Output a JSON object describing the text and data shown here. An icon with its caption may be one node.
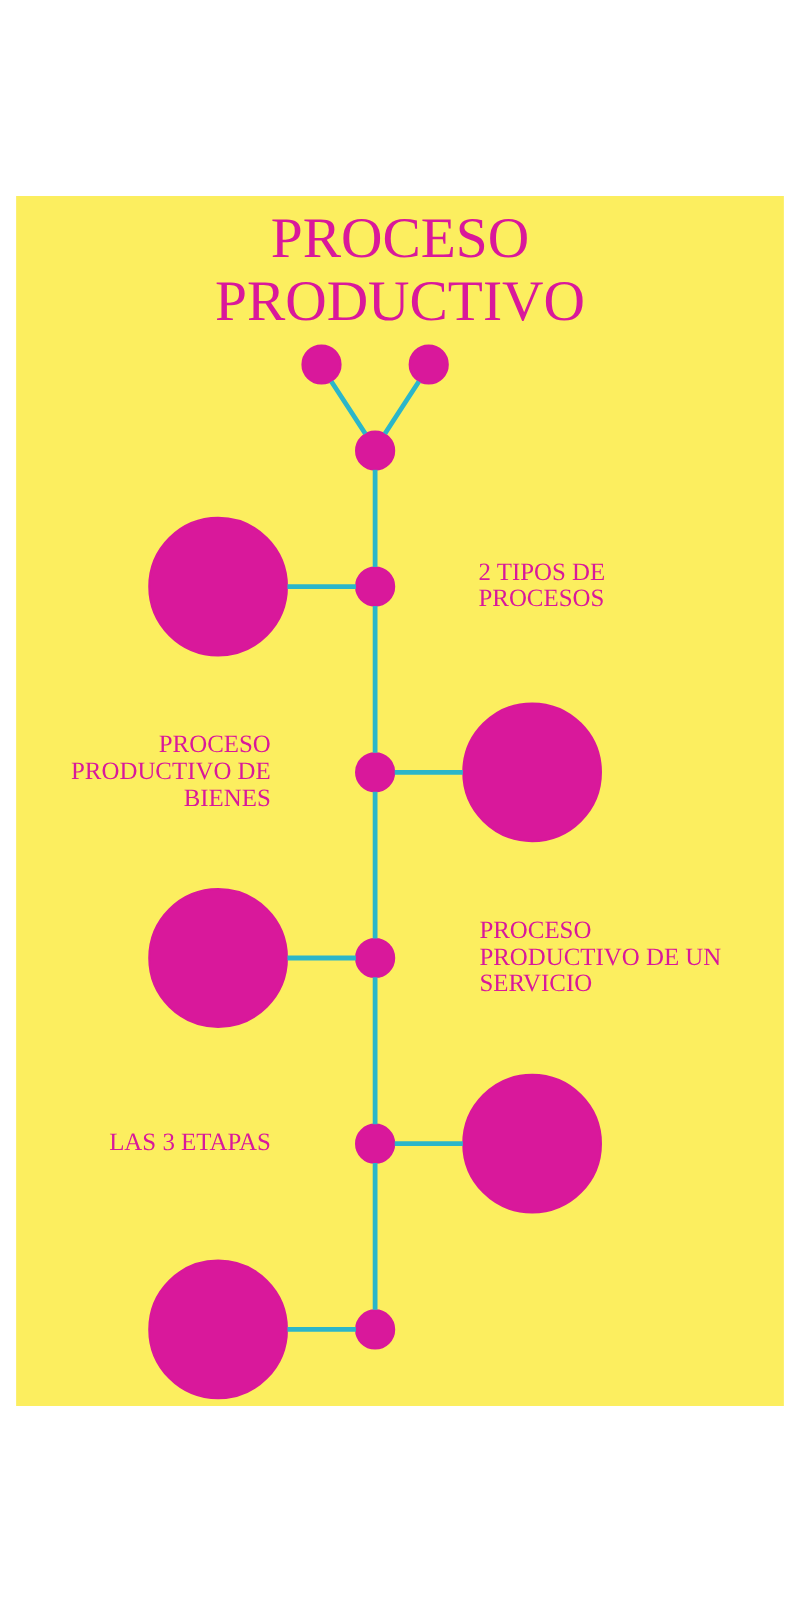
{
  "diagram": {
    "title": "PROCESO PRODUCTIVO",
    "nodes": [
      {
        "text": [],
        "shape": "circle"
      },
      {
        "text": [],
        "shape": "circle"
      },
      {
        "text": [],
        "shape": "circle"
      },
      {
        "text": [],
        "shape": "circle"
      },
      {
        "text": [],
        "shape": "circle",
        "beside": [
          "2 TIPOS DE PROCESOS"
        ]
      },
      {
        "text": [],
        "shape": "circle",
        "beside": [
          "PROCESO PRODUCTIVO DE BIENES"
        ]
      },
      {
        "text": [],
        "shape": "circle"
      },
      {
        "text": [],
        "shape": "circle"
      },
      {
        "text": [],
        "shape": "circle",
        "beside": [
          "PROCESO PRODUCTIVO DE UN SERVICIO"
        ]
      },
      {
        "text": [],
        "shape": "circle",
        "beside": [
          "LAS 3 ETAPAS"
        ]
      },
      {
        "text": [],
        "shape": "circle"
      },
      {
        "text": [],
        "shape": "circle"
      },
      {
        "text": [],
        "shape": "circle"
      }
    ],
    "edges": [
      {
        "from": 0,
        "to": 2,
        "arrow": "none"
      },
      {
        "from": 2,
        "to": 1,
        "arrow": "none"
      },
      {
        "from": 2,
        "to": 4,
        "arrow": "none"
      },
      {
        "from": 3,
        "to": 4,
        "arrow": "none"
      },
      {
        "from": 4,
        "to": 5,
        "arrow": "none"
      },
      {
        "from": 5,
        "to": 6,
        "arrow": "none"
      },
      {
        "from": 5,
        "to": 8,
        "arrow": "none"
      },
      {
        "from": 7,
        "to": 8,
        "arrow": "none"
      },
      {
        "from": 8,
        "to": 9,
        "arrow": "none"
      },
      {
        "from": 9,
        "to": 10,
        "arrow": "none"
      },
      {
        "from": 9,
        "to": 12,
        "arrow": "none"
      },
      {
        "from": 11,
        "to": 12,
        "arrow": "none"
      }
    ]
  }
}
